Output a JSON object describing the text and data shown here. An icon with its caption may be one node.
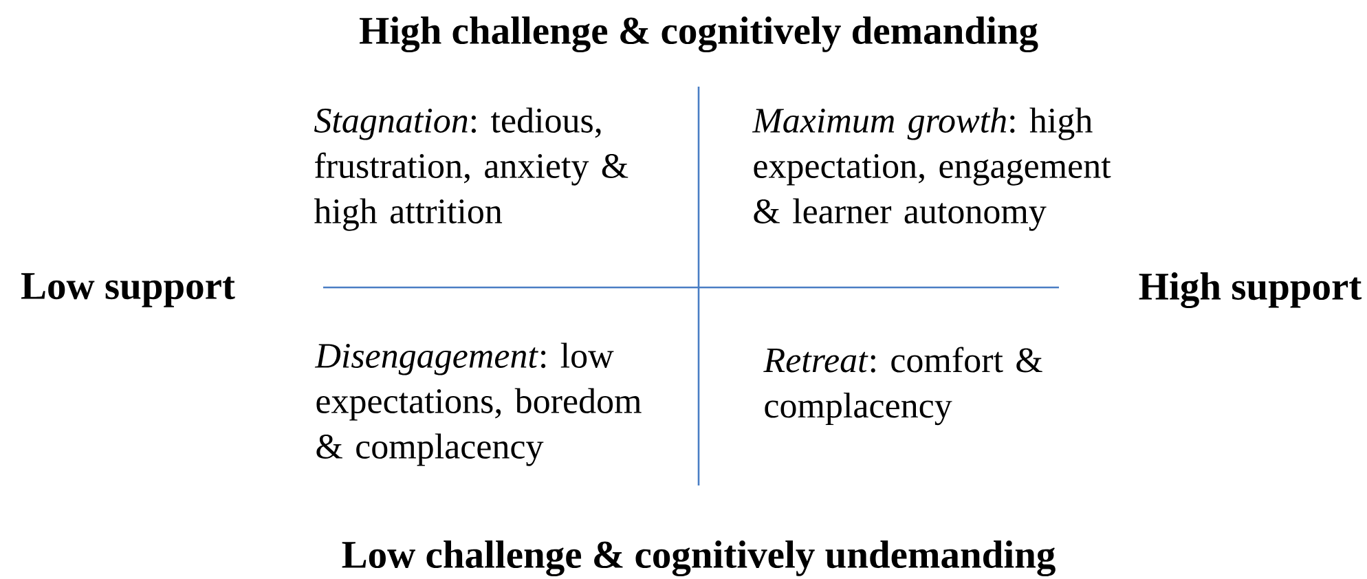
{
  "diagram": {
    "labels": [
      "High challenge & cognitively demanding",
      "*Stagnation*: tedious, frustration, anxiety & high attrition",
      "*Maximum growth*: high expectation, engagement & learner autonomy",
      "Low support",
      "High support",
      "*Disengagement*: low expectations, boredom & complacency",
      "*Retreat*: comfort & complacency",
      "Low challenge & cognitively undemanding"
    ]
  }
}
